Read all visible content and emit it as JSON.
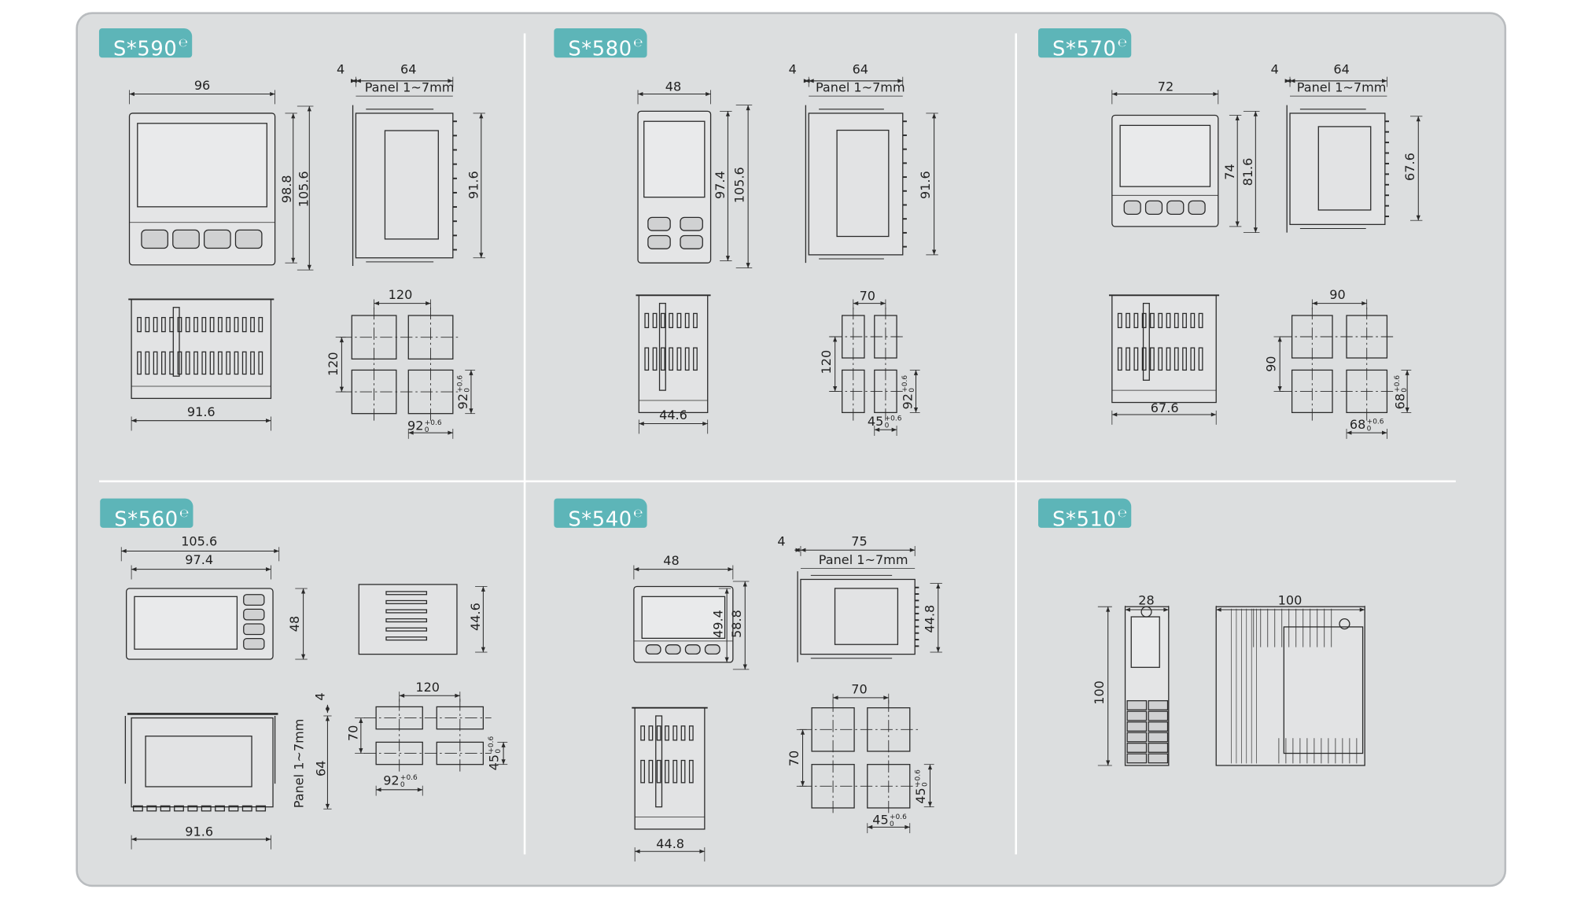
{
  "title": "Dimensions",
  "tag_mark": "℮",
  "colors": {
    "tag": "#5db5b8",
    "board": "#dcdedf",
    "line": "#2a2a2a"
  },
  "panels": [
    {
      "model": "S*590",
      "labels": [
        {
          "text": "96"
        },
        {
          "text": "98.8"
        },
        {
          "text": "105.6"
        },
        {
          "text": "4"
        },
        {
          "text": "64"
        },
        {
          "text": "Panel 1~7mm"
        },
        {
          "text": "91.6"
        },
        {
          "text": "91.6"
        },
        {
          "text": "120"
        },
        {
          "text": "120"
        },
        {
          "text": "92",
          "tol_upper": "+0.6",
          "tol_lower": "0"
        },
        {
          "text": "92",
          "tol_upper": "+0.6",
          "tol_lower": "0"
        }
      ]
    },
    {
      "model": "S*580",
      "labels": [
        {
          "text": "48"
        },
        {
          "text": "97.4"
        },
        {
          "text": "105.6"
        },
        {
          "text": "4"
        },
        {
          "text": "64"
        },
        {
          "text": "Panel 1~7mm"
        },
        {
          "text": "91.6"
        },
        {
          "text": "44.6"
        },
        {
          "text": "70"
        },
        {
          "text": "120"
        },
        {
          "text": "92",
          "tol_upper": "+0.6",
          "tol_lower": "0"
        },
        {
          "text": "45",
          "tol_upper": "+0.6",
          "tol_lower": "0"
        }
      ]
    },
    {
      "model": "S*570",
      "labels": [
        {
          "text": "72"
        },
        {
          "text": "74"
        },
        {
          "text": "81.6"
        },
        {
          "text": "4"
        },
        {
          "text": "64"
        },
        {
          "text": "Panel 1~7mm"
        },
        {
          "text": "67.6"
        },
        {
          "text": "67.6"
        },
        {
          "text": "90"
        },
        {
          "text": "90"
        },
        {
          "text": "68",
          "tol_upper": "+0.6",
          "tol_lower": "0"
        },
        {
          "text": "68",
          "tol_upper": "+0.6",
          "tol_lower": "0"
        }
      ]
    },
    {
      "model": "S*560",
      "labels": [
        {
          "text": "105.6"
        },
        {
          "text": "97.4"
        },
        {
          "text": "48"
        },
        {
          "text": "44.6"
        },
        {
          "text": "4"
        },
        {
          "text": "Panel 1~7mm"
        },
        {
          "text": "64"
        },
        {
          "text": "91.6"
        },
        {
          "text": "120"
        },
        {
          "text": "70"
        },
        {
          "text": "92",
          "tol_upper": "+0.6",
          "tol_lower": "0"
        },
        {
          "text": "45",
          "tol_upper": "+0.6",
          "tol_lower": "0"
        }
      ]
    },
    {
      "model": "S*540",
      "labels": [
        {
          "text": "48"
        },
        {
          "text": "49.4"
        },
        {
          "text": "58.8"
        },
        {
          "text": "4"
        },
        {
          "text": "75"
        },
        {
          "text": "Panel 1~7mm"
        },
        {
          "text": "44.8"
        },
        {
          "text": "44.8"
        },
        {
          "text": "70"
        },
        {
          "text": "70"
        },
        {
          "text": "45",
          "tol_upper": "+0.6",
          "tol_lower": "0"
        },
        {
          "text": "45",
          "tol_upper": "+0.6",
          "tol_lower": "0"
        }
      ]
    },
    {
      "model": "S*510",
      "labels": [
        {
          "text": "28"
        },
        {
          "text": "100"
        },
        {
          "text": "100"
        }
      ]
    }
  ]
}
